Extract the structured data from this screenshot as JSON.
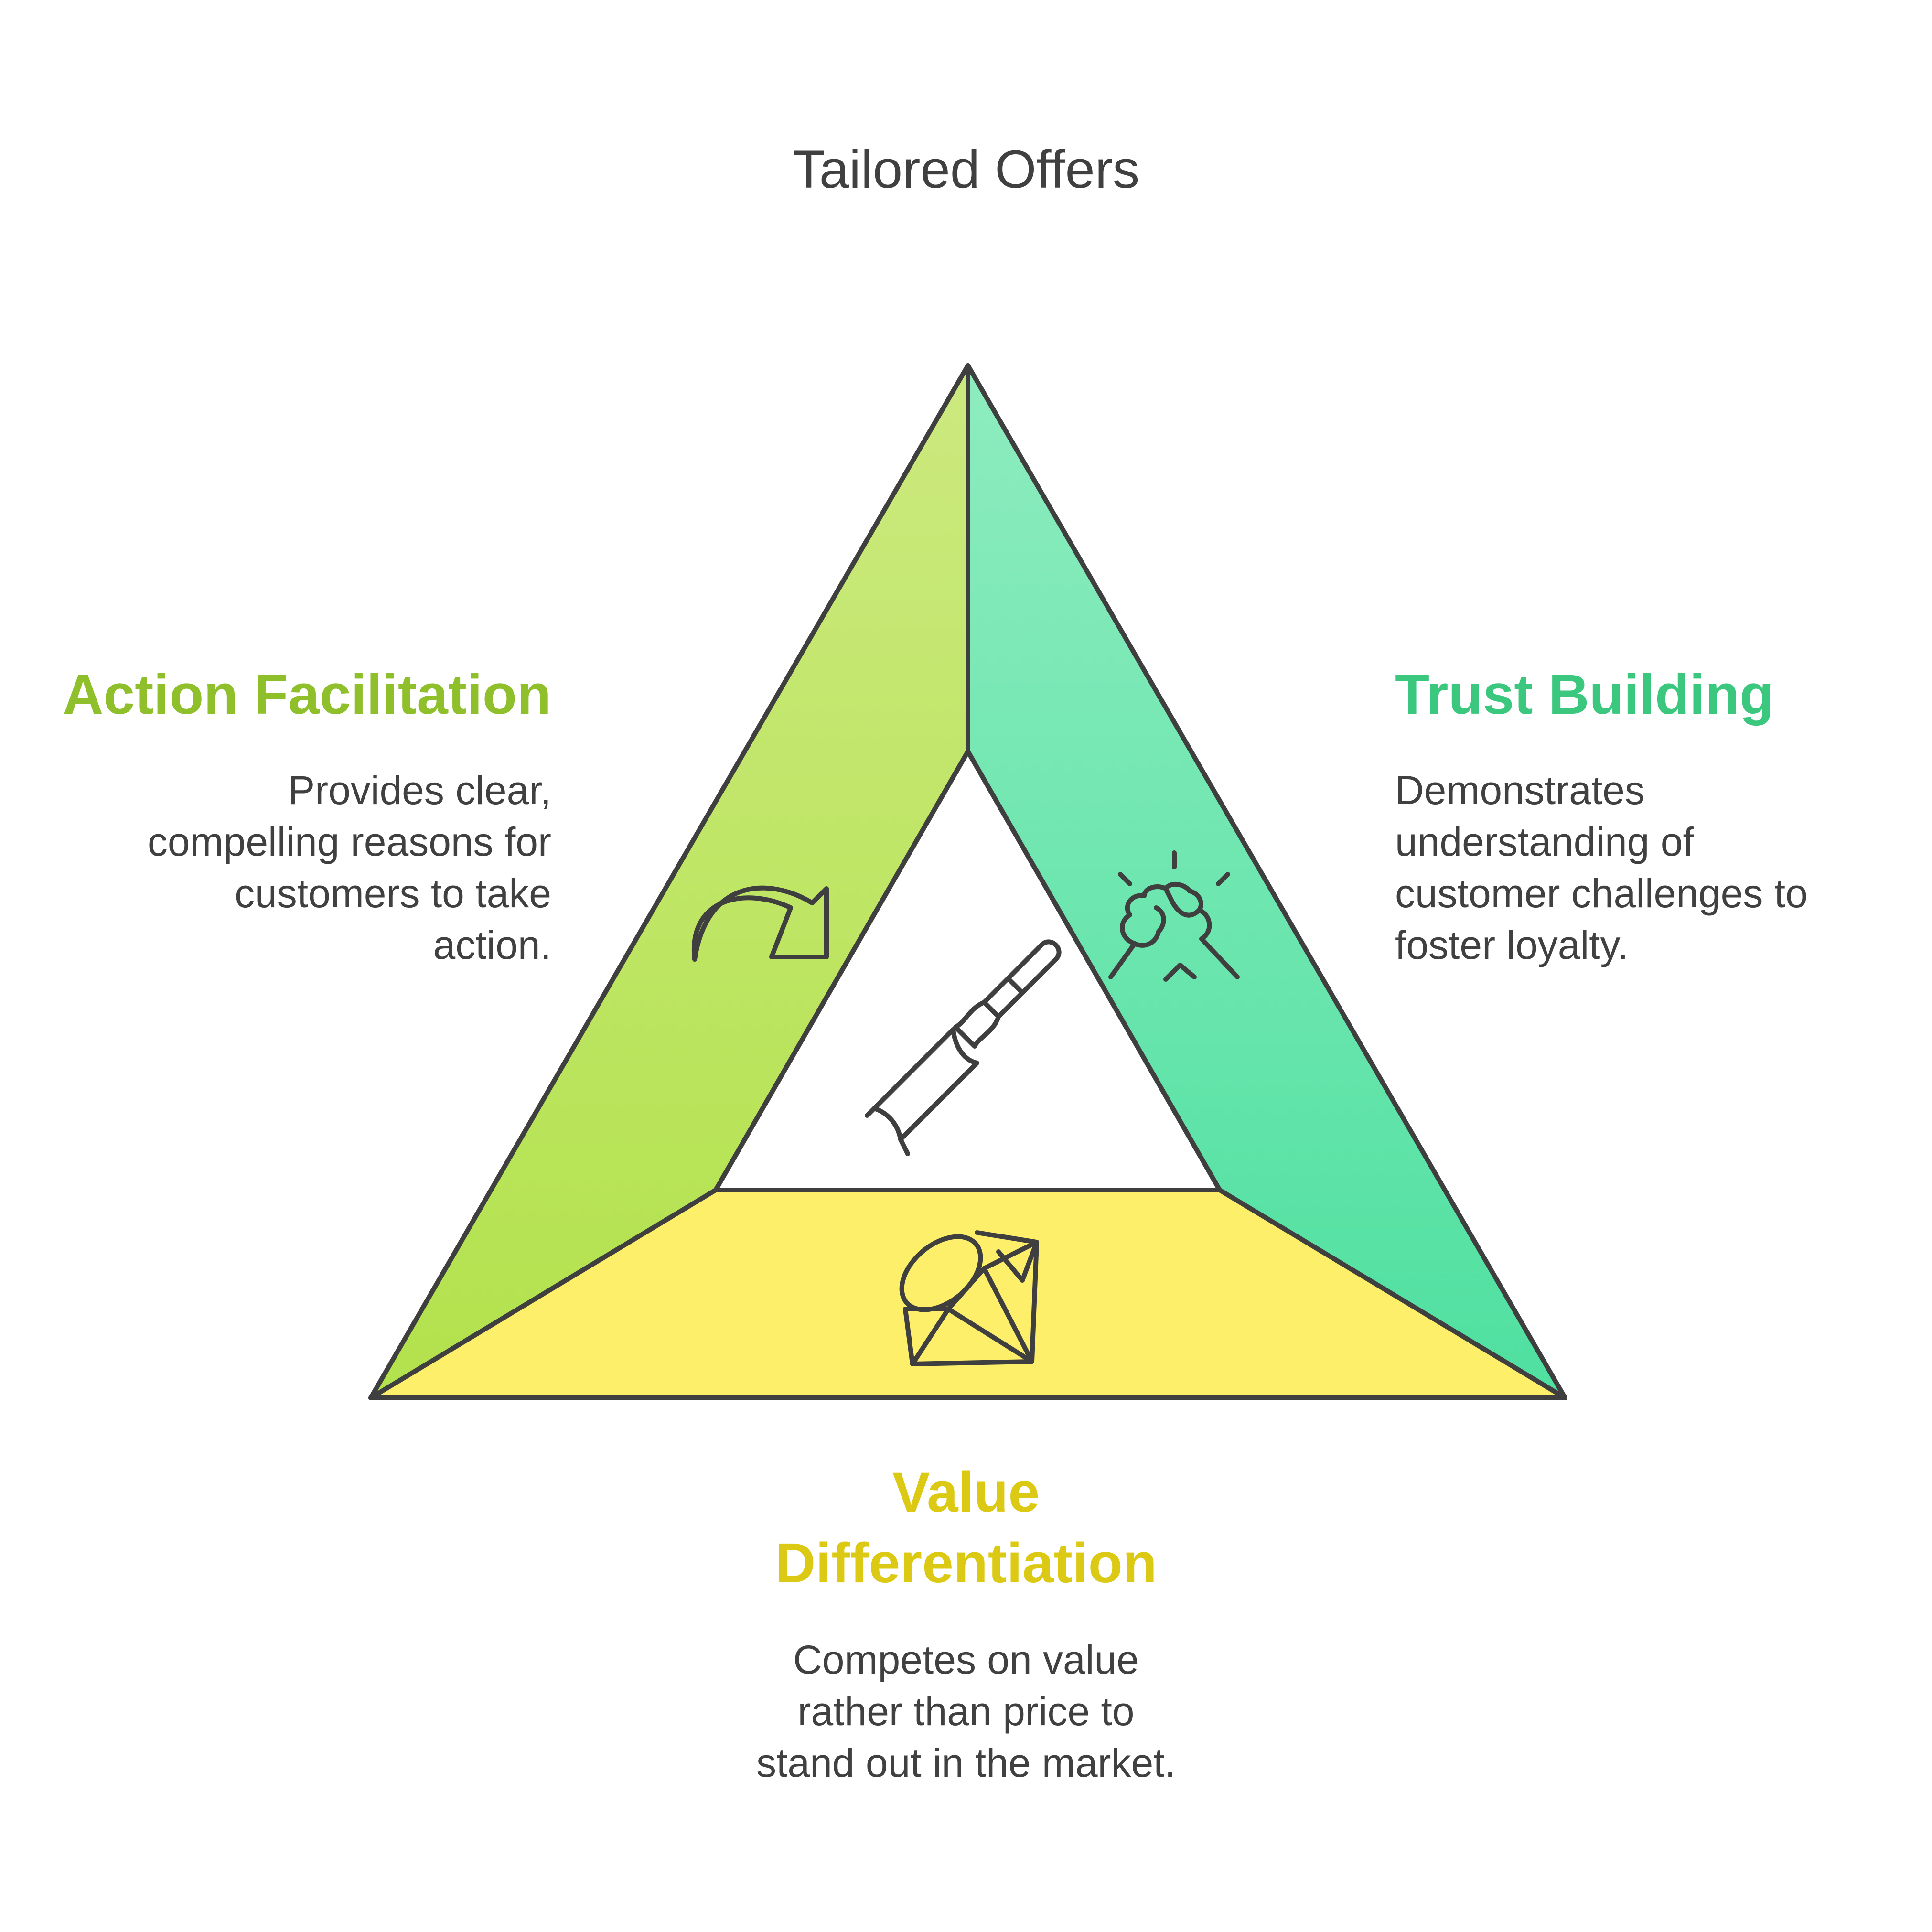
{
  "title": "Tailored Offers",
  "segments": {
    "action": {
      "heading": "Action Facilitation",
      "description_lines": [
        "Provides clear,",
        "compelling reasons for",
        "customers to take",
        "action."
      ],
      "color": "#8fbf2a",
      "icon": "curved-arrow-icon"
    },
    "trust": {
      "heading": "Trust Building",
      "description_lines": [
        "Demonstrates",
        "understanding of",
        "customer challenges to",
        "foster loyalty."
      ],
      "color": "#3cc77f",
      "icon": "handshake-icon"
    },
    "value": {
      "heading_lines": [
        "Value",
        "Differentiation"
      ],
      "description_lines": [
        "Competes on value",
        "rather than price to",
        "stand out in the market."
      ],
      "color": "#dcc913",
      "icon": "gem-icon"
    }
  },
  "center_icon": "chisel-icon",
  "colors": {
    "action_fill_top": "#cce97f",
    "action_fill_bottom": "#b2e24c",
    "trust_fill_top": "#8eecbf",
    "trust_fill_bottom": "#4fe0a0",
    "value_fill": "#fdef6a",
    "stroke": "#3f3f3f"
  }
}
